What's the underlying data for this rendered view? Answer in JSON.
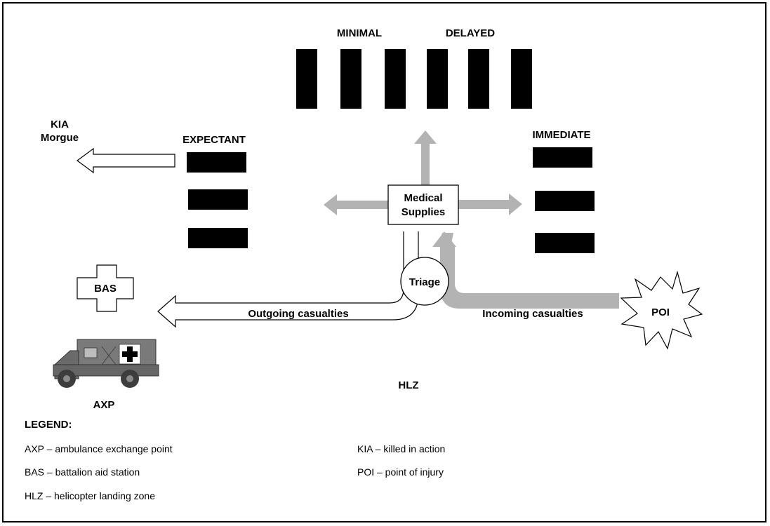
{
  "labels": {
    "minimal": "MINIMAL",
    "delayed": "DELAYED",
    "expectant": "EXPECTANT",
    "immediate": "IMMEDIATE",
    "kia": "KIA",
    "morgue": "Morgue",
    "bas": "BAS",
    "medical_1": "Medical",
    "medical_2": "Supplies",
    "triage": "Triage",
    "poi": "POI",
    "outgoing": "Outgoing casualties",
    "incoming": "Incoming casualties",
    "axp": "AXP",
    "hlz": "HLZ"
  },
  "legend": {
    "title": "LEGEND:",
    "items": [
      "AXP – ambulance exchange point",
      "BAS – battalion aid station",
      "HLZ – helicopter landing zone",
      "KIA – killed in action",
      "POI – point of injury"
    ]
  },
  "colors": {
    "gray_arrow": "#b3b3b3",
    "block": "#000000",
    "vehicle": "#6e6e6e"
  }
}
